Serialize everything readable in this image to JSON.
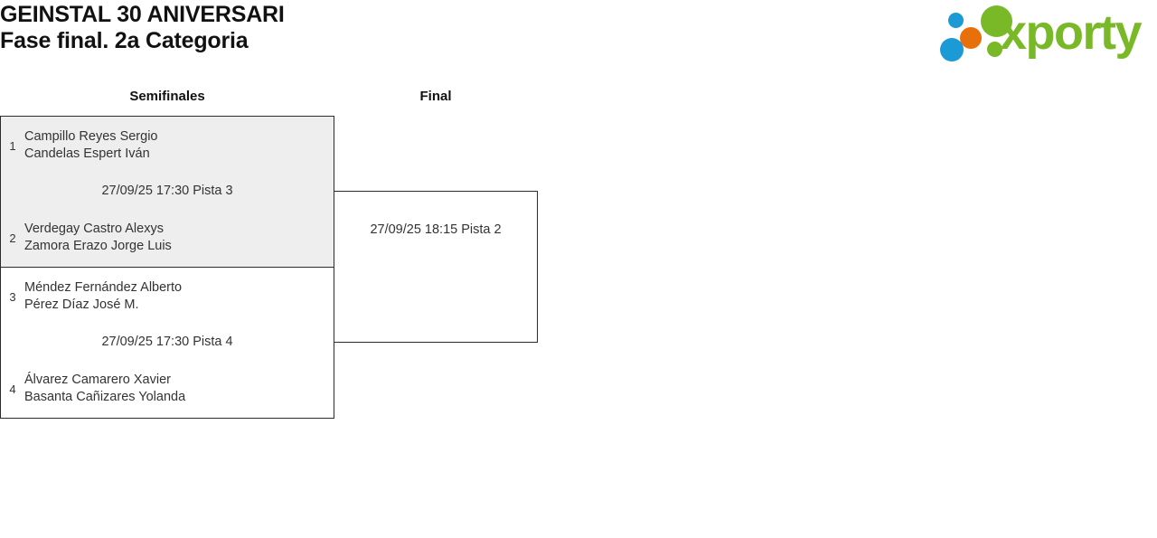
{
  "header": {
    "title_line1": "GEINSTAL 30 ANIVERSARI",
    "title_line2": "Fase final. 2a Categoria",
    "logo": {
      "wordmark": "xporty",
      "green": "#79b928",
      "blue": "#1b9ad6",
      "orange": "#e8700a"
    }
  },
  "bracket": {
    "rounds": [
      {
        "label": "Semifinales"
      },
      {
        "label": "Final"
      }
    ],
    "matches": [
      {
        "round": "Semifinales",
        "schedule": "27/09/25 17:30 Pista 3",
        "teams": [
          {
            "seed": "1",
            "player1": "Campillo Reyes Sergio",
            "player2": "Candelas Espert Iván"
          },
          {
            "seed": "2",
            "player1": "Verdegay Castro Alexys",
            "player2": "Zamora Erazo Jorge Luis"
          }
        ]
      },
      {
        "round": "Semifinales",
        "schedule": "27/09/25 17:30 Pista 4",
        "teams": [
          {
            "seed": "3",
            "player1": "Méndez Fernández Alberto",
            "player2": "Pérez Díaz José M."
          },
          {
            "seed": "4",
            "player1": "Álvarez Camarero Xavier",
            "player2": "Basanta Cañizares Yolanda"
          }
        ]
      },
      {
        "round": "Final",
        "schedule": "27/09/25 18:15 Pista 2",
        "teams": []
      }
    ]
  }
}
